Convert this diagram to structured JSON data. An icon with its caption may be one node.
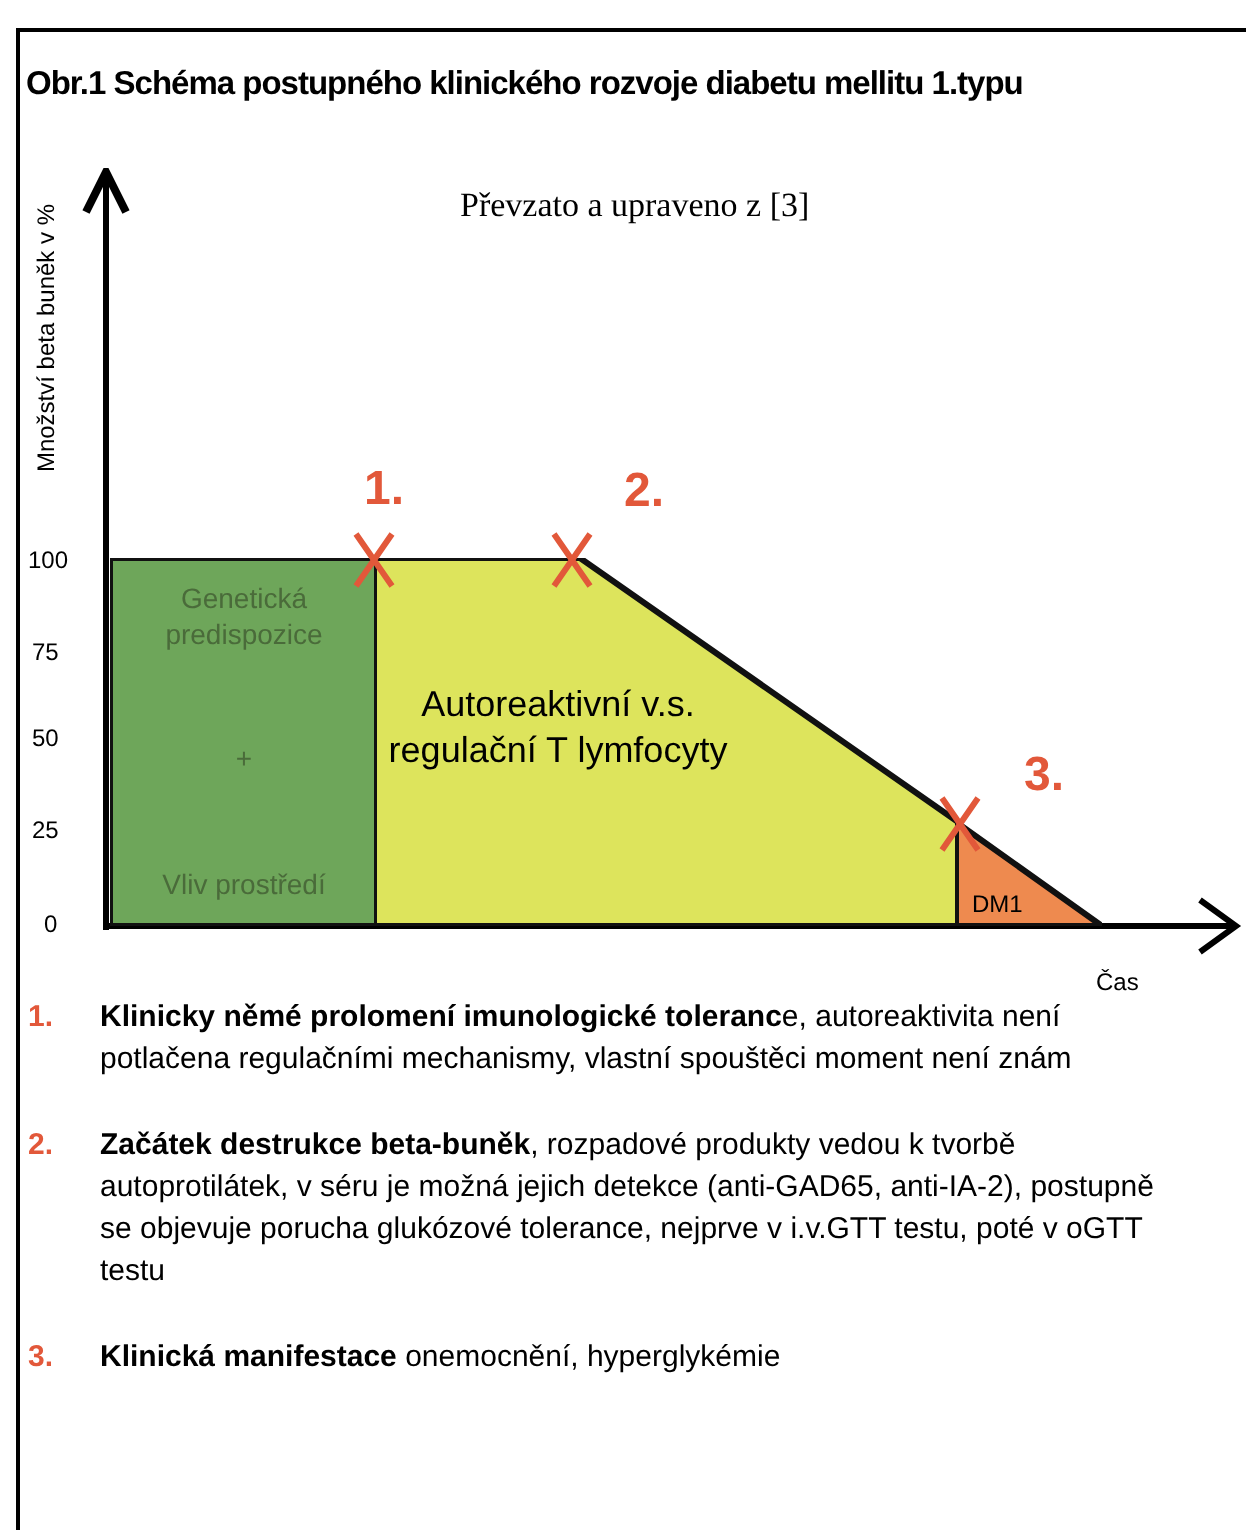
{
  "diagram": {
    "title": "Obr.1 Schéma postupného klinického rozvoje diabetu mellitu 1.typu",
    "nodes": [
      {
        "text": [
          "Genetická predispozice",
          "+",
          "Vliv prostředí"
        ]
      },
      {
        "text": [
          "Autoreaktivní v.s. regulační T lymfocyty"
        ]
      },
      {
        "text": [
          "DM1"
        ]
      }
    ],
    "edges": [],
    "labels": [
      "Převzato a upraveno z  [3]",
      "Množství beta buněk v %",
      "100",
      "75",
      "50",
      "25",
      "0",
      "1.",
      "2.",
      "3.",
      "Čas",
      "1.",
      "**Klinicky němé prolomení imunologické toleranc**e, autoreaktivita není potlačena regulačními mechanismy, vlastní spouštěci moment není znám",
      "2.",
      "**Začátek destrukce beta-buněk**, rozpadové produkty vedou k tvorbě autoprotilátek, v séru je možná jejich detekce (anti-GAD65, anti-IA-2), postupně se objevuje porucha  glukózové tolerance, nejprve  v i.v.GTT testu, poté v oGTT testu",
      "3.",
      "**Klinická manifestace** onemocnění, hyperglykémie"
    ]
  }
}
